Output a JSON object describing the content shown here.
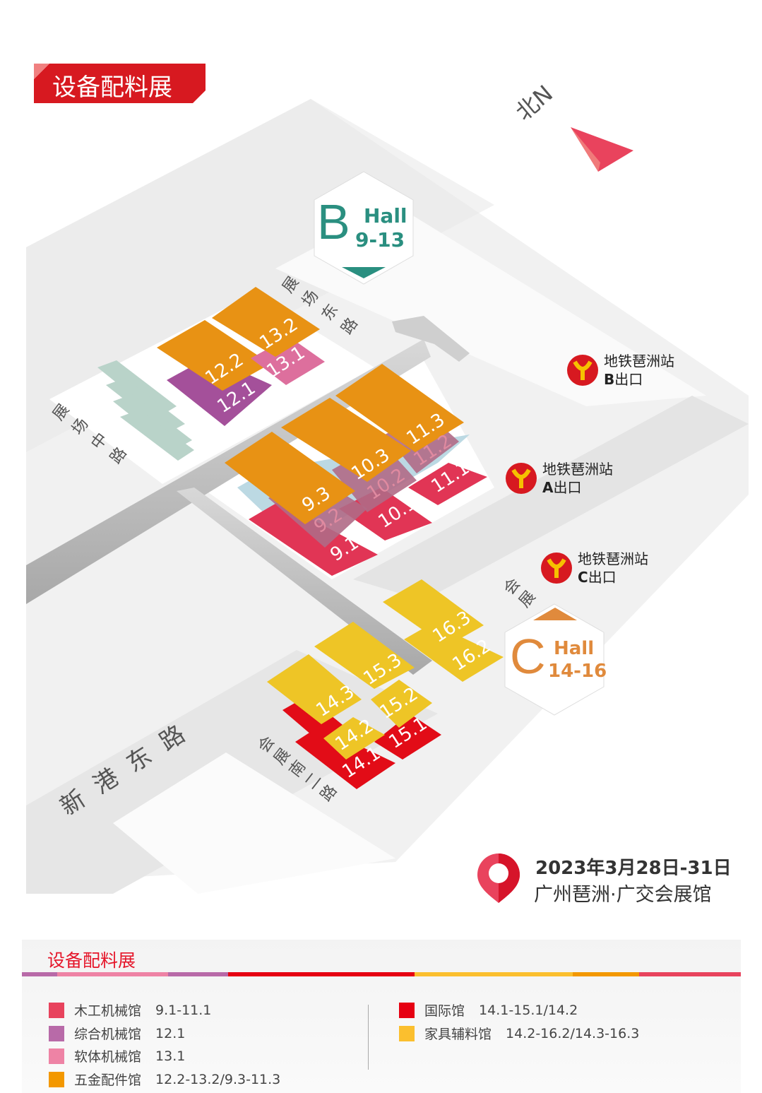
{
  "header": {
    "title": "设备配料展"
  },
  "compass": {
    "label": "北N"
  },
  "hall_b": {
    "letter": "B",
    "word": "Hall",
    "range": "9-13",
    "color": "#2a8f80"
  },
  "hall_c": {
    "letter": "C",
    "word": "Hall",
    "range": "14-16",
    "color": "#e08a3c"
  },
  "roads": {
    "east": "展场东路",
    "middle": "展场中路",
    "xingang": "新港东路",
    "huizhan": "会展",
    "huizhan_south": "会展南二路"
  },
  "halls": [
    "12.2",
    "12.1",
    "13.2",
    "13.1",
    "9.3",
    "9.2",
    "9.1",
    "10.3",
    "10.2",
    "10.1",
    "11.3",
    "11.2",
    "11.1",
    "16.3",
    "16.2",
    "15.3",
    "15.2",
    "15.1",
    "14.3",
    "14.2",
    "14.1"
  ],
  "metro": [
    {
      "station": "地铁琶洲站",
      "exit_letter": "B",
      "exit": "出口"
    },
    {
      "station": "地铁琶洲站",
      "exit_letter": "A",
      "exit": "出口"
    },
    {
      "station": "地铁琶洲站",
      "exit_letter": "C",
      "exit": "出口"
    }
  ],
  "event": {
    "date": "2023年3月28日-31日",
    "venue": "广州琶洲·广交会展馆"
  },
  "legend": {
    "title": "设备配料展",
    "items": [
      {
        "name": "木工机械馆",
        "range": "9.1-11.1",
        "color": "#e8435d"
      },
      {
        "name": "综合机械馆",
        "range": "12.1",
        "color": "#b86aa8"
      },
      {
        "name": "软体机械馆",
        "range": "13.1",
        "color": "#ee83a5"
      },
      {
        "name": "五金配件馆",
        "range": "12.2-13.2/9.3-11.3",
        "color": "#f39800"
      },
      {
        "name": "国际馆",
        "range": "14.1-15.1/14.2",
        "color": "#e60012"
      },
      {
        "name": "家具辅料馆",
        "range": "14.2-16.2/14.3-16.3",
        "color": "#fbbf2e"
      }
    ]
  }
}
